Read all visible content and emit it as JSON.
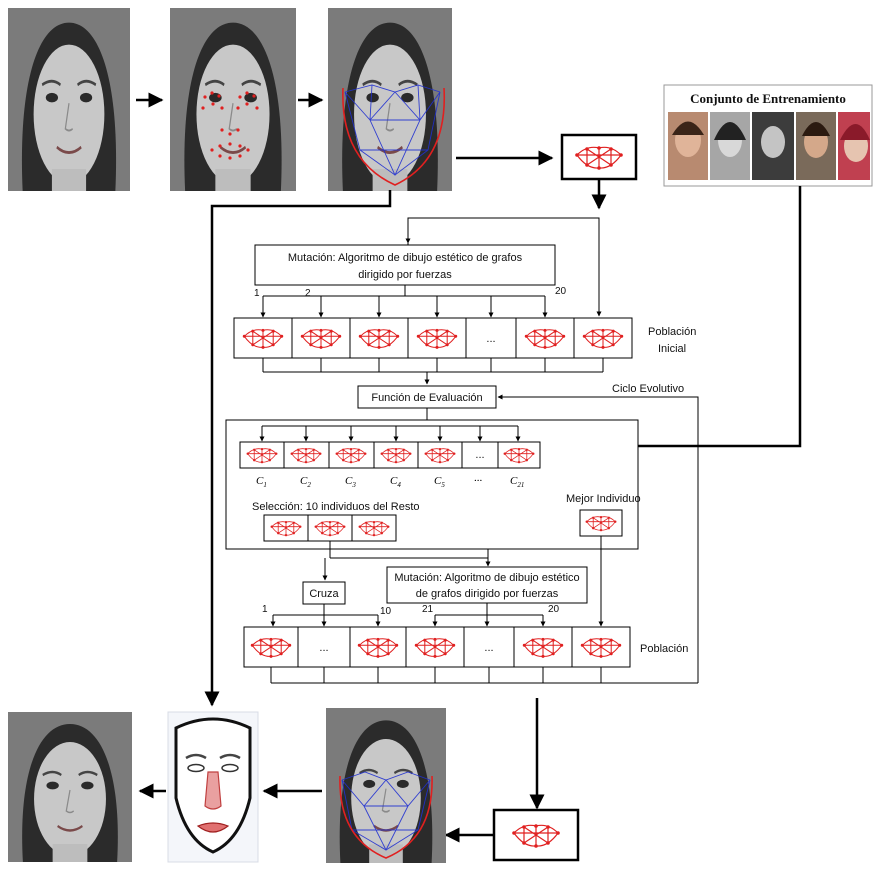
{
  "training_set": {
    "title": "Conjunto de Entrenamiento"
  },
  "mutation_top": {
    "line1": "Mutación: Algoritmo de dibujo estético de grafos",
    "line2": "dirigido por fuerzas"
  },
  "initial_population": {
    "label_line1": "Población",
    "label_line2": "Inicial",
    "index_first": "1",
    "index_second": "2",
    "index_last": "20",
    "ellipsis": "..."
  },
  "evaluation": {
    "label": "Función de Evaluación"
  },
  "cycle": {
    "label": "Ciclo Evolutivo"
  },
  "candidates": {
    "prefix": "C",
    "subs": [
      "1",
      "2",
      "3",
      "4",
      "5",
      "",
      "21"
    ],
    "ellipsis": "..."
  },
  "selection": {
    "label": "Selección: 10 individuos  del Resto"
  },
  "best": {
    "label": "Mejor Individuo"
  },
  "crossover": {
    "label": "Cruza"
  },
  "mutation_bottom": {
    "line1": "Mutación: Algoritmo de dibujo estético",
    "line2": "de grafos dirigido por fuerzas"
  },
  "population": {
    "label": "Población",
    "index_1": "1",
    "index_10": "10",
    "index_21": "21",
    "index_20": "20",
    "ellipsis": "..."
  },
  "colors": {
    "landmark": "#e02020",
    "mesh": "#2030d0",
    "line": "#000000"
  }
}
